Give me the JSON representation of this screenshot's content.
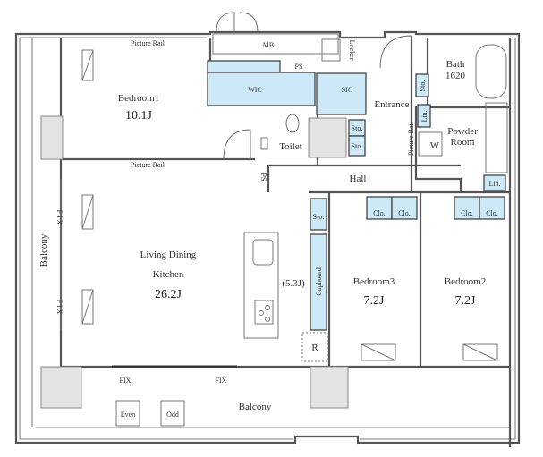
{
  "rooms": {
    "bedroom1": {
      "name": "Bedroom1",
      "size": "10.1J"
    },
    "ldk": {
      "name_line1": "Living Dining",
      "name_line2": "Kitchen",
      "size": "26.2J"
    },
    "kitchen_size": "(5.3J)",
    "bedroom3": {
      "name": "Bedroom3",
      "size": "7.2J"
    },
    "bedroom2": {
      "name": "Bedroom2",
      "size": "7.2J"
    },
    "hall": "Hall",
    "entrance": "Entrance",
    "toilet": "Toilet",
    "powder_line1": "Powder",
    "powder_line2": "Room",
    "bath": "Bath",
    "bath_size": "1620",
    "wic": "WIC",
    "sic": "SIC",
    "mb": "MB",
    "locker": "Locker",
    "balcony": "Balcony",
    "balcony_left": "Balcony"
  },
  "labels": {
    "picture_rail": "Picture Rail",
    "ps": "PS",
    "sto": "Sto.",
    "lin": "Lin.",
    "clo": "Clo.",
    "w": "W",
    "cupboard": "Cupboard",
    "r": "R",
    "fix": "FIX",
    "fix_v": "F I X",
    "even": "Even",
    "odd": "Odd"
  }
}
